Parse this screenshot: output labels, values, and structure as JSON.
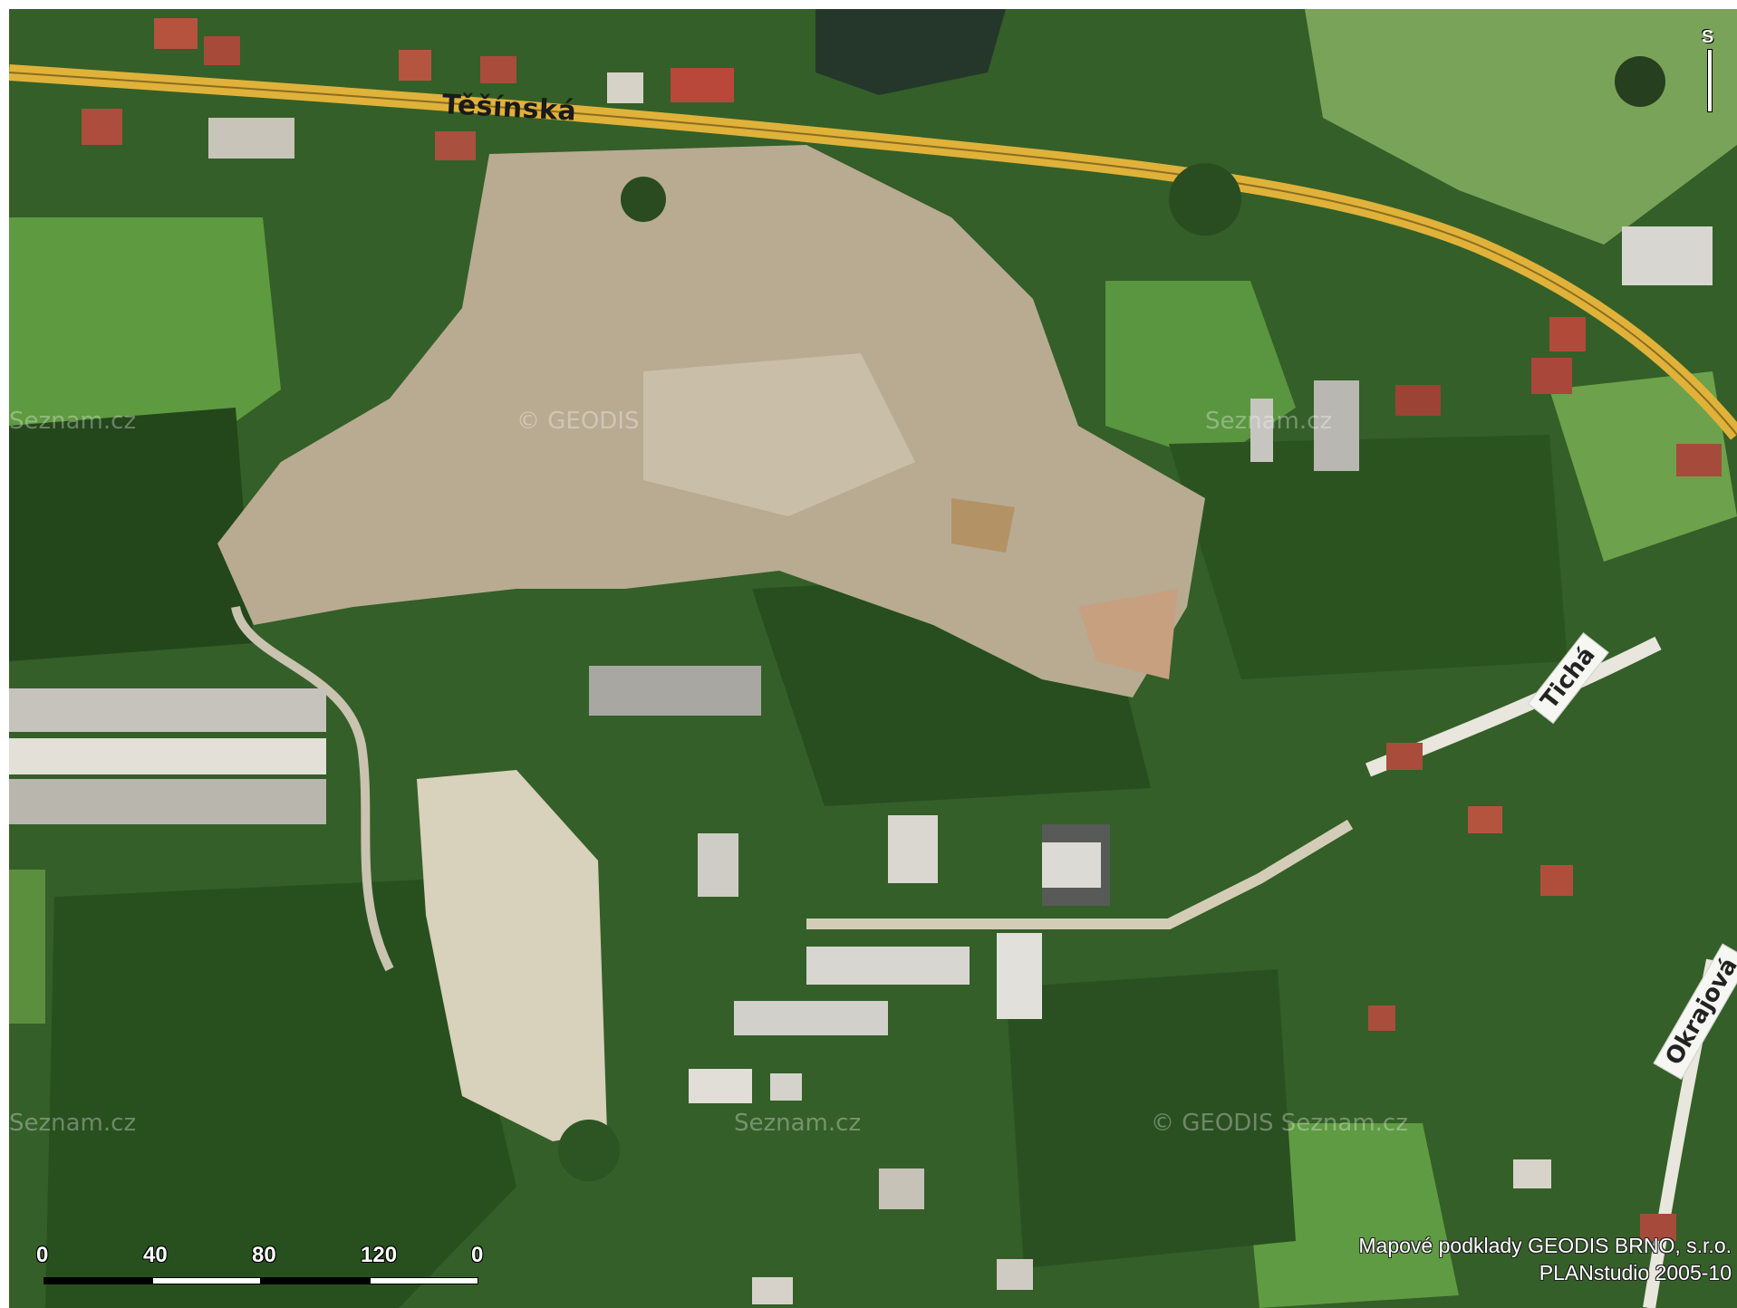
{
  "map": {
    "streets": {
      "main": "Těšínská",
      "ticha": "Tichá",
      "okra": "Okrajová"
    },
    "watermarks": [
      "Seznam.cz",
      "© GEODIS",
      "Seznam.cz",
      "Seznam.cz",
      "© GEODIS Seznam.cz",
      "Seznam.cz"
    ],
    "scale": {
      "ticks": [
        "0",
        "40",
        "80",
        "120",
        "0"
      ]
    },
    "north_label": "S",
    "credit": {
      "line1": "Mapové podklady GEODIS BRNO, s.r.o.",
      "line2": "PLANstudio 2005-10"
    },
    "colors": {
      "road": "#e0b23a",
      "forest": "#2f5a24",
      "meadow": "#6fa34c",
      "clearing": "#b9ad95"
    }
  }
}
